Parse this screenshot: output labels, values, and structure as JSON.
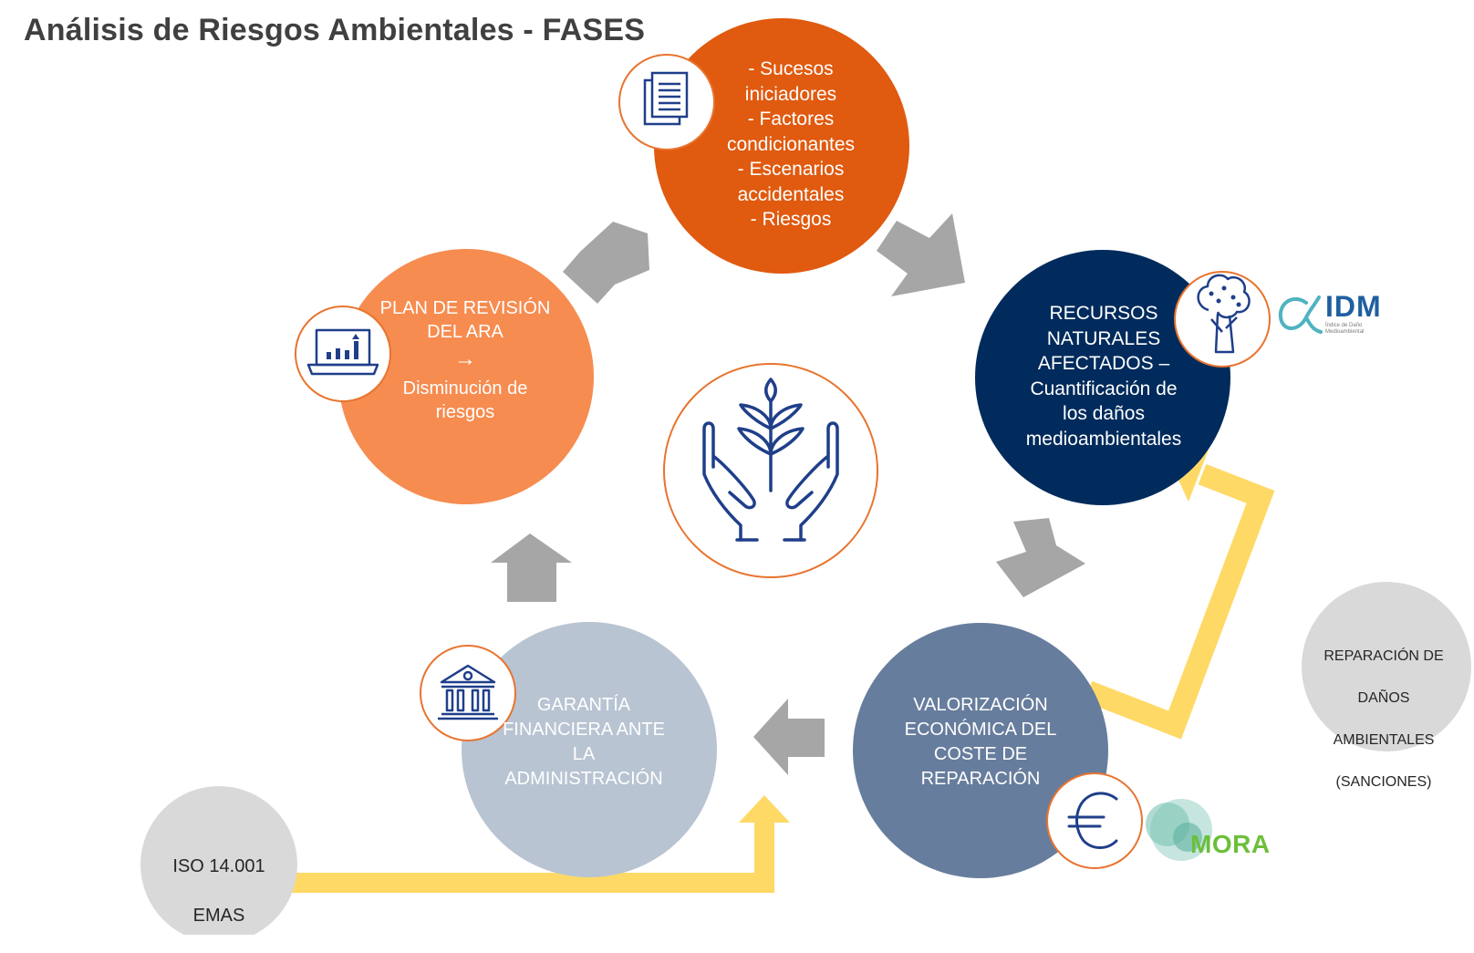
{
  "title": "Análisis de Riesgos Ambientales - FASES",
  "colors": {
    "orange_dark": "#e05a0f",
    "orange_light": "#f68c50",
    "navy": "#002b5c",
    "slate": "#677d9d",
    "light_slate": "#b8c4d2",
    "grey_circle": "#d9d9d9",
    "grey_arrow": "#a6a6a6",
    "yellow_arrow": "#ffd966",
    "icon_blue": "#1f3f8a",
    "ring_orange": "#e8742f"
  },
  "phases": {
    "top": {
      "lines": [
        "- Sucesos",
        "iniciadores",
        "- Factores",
        "condicionantes",
        "- Escenarios",
        "accidentales",
        "- Riesgos"
      ],
      "icon": "document-icon"
    },
    "right": {
      "lines": [
        "RECURSOS",
        "NATURALES",
        "AFECTADOS –",
        "Cuantificación de",
        "los daños",
        "medioambientales"
      ],
      "icon": "tree-icon"
    },
    "bottom_right": {
      "lines": [
        "VALORIZACIÓN",
        "ECONÓMICA DEL",
        "COSTE DE",
        "REPARACIÓN"
      ],
      "icon": "euro-icon"
    },
    "bottom_left": {
      "lines": [
        "GARANTÍA",
        "FINANCIERA ANTE",
        "LA",
        "ADMINISTRACIÓN"
      ],
      "icon": "bank-icon"
    },
    "left": {
      "heading": [
        "PLAN DE REVISIÓN",
        "DEL ARA"
      ],
      "arrow": "→",
      "sub": [
        "Disminución de",
        "riesgos"
      ],
      "icon": "laptop-chart-icon"
    }
  },
  "center_icon": "hands-plant-icon",
  "side_notes": {
    "iso": [
      "ISO 14.001",
      "EMAS"
    ],
    "reparacion": [
      "REPARACIÓN DE",
      "DAÑOS",
      "AMBIENTALES",
      "(SANCIONES)"
    ]
  },
  "logos": {
    "idm": {
      "symbol": "α",
      "text": "IDM",
      "subtitle": [
        "Índice de Daño",
        "Medioambiental"
      ]
    },
    "mora": {
      "text": "MORA"
    }
  }
}
